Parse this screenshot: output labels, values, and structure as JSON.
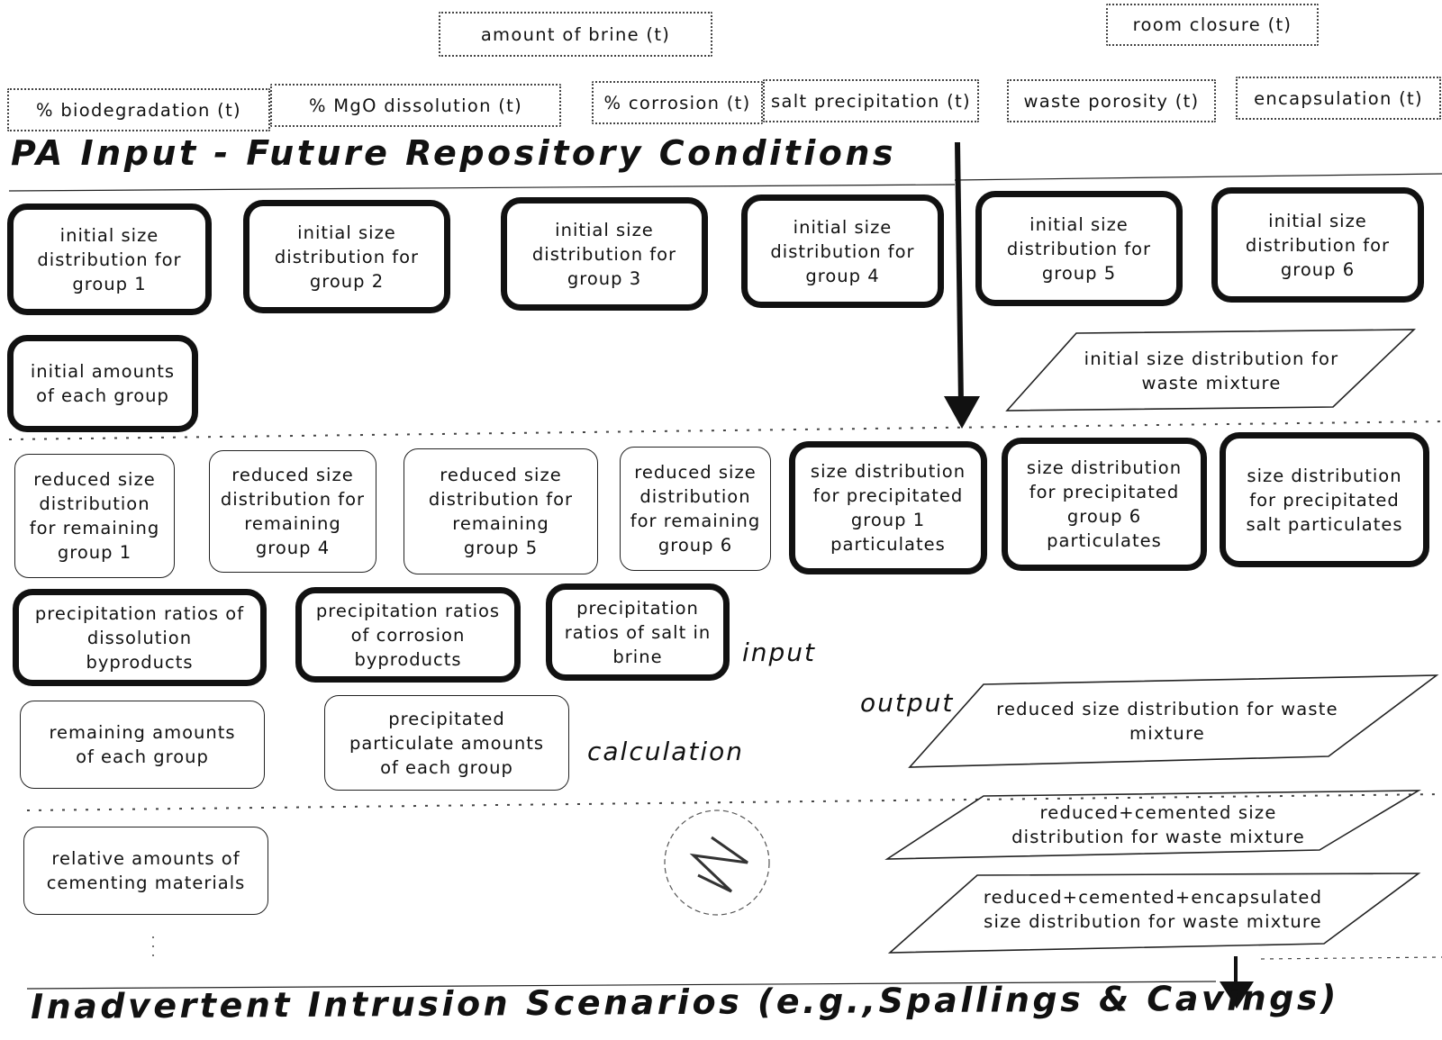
{
  "top_params": {
    "amount_of_brine": "amount of brine (t)",
    "room_closure": "room closure (t)",
    "biodegradation": "% biodegradation (t)",
    "mgo_dissolution": "% MgO dissolution (t)",
    "corrosion": "% corrosion (t)",
    "salt_precipitation": "salt precipitation (t)",
    "waste_porosity": "waste porosity (t)",
    "encapsulation": "encapsulation (t)"
  },
  "headings": {
    "pa_input": "PA Input - Future Repository Conditions",
    "intrusion": "Inadvertent Intrusion Scenarios (e.g.,Spallings & Cavings)"
  },
  "initial_groups": [
    "initial size\ndistribution for\ngroup 1",
    "initial size\ndistribution for\ngroup 2",
    "initial size\ndistribution for\ngroup 3",
    "initial size\ndistribution for\ngroup 4",
    "initial size\ndistribution for\ngroup 5",
    "initial size\ndistribution for\ngroup 6"
  ],
  "initial_amounts": "initial amounts\nof each group",
  "initial_waste_mixture": "initial size distribution for\nwaste mixture",
  "reduced_groups": [
    "reduced size\ndistribution\nfor remaining\ngroup 1",
    "reduced size\ndistribution for\nremaining\ngroup 4",
    "reduced size\ndistribution for\nremaining\ngroup 5",
    "reduced size\ndistribution\nfor remaining\ngroup 6"
  ],
  "precipitated_groups": [
    "size distribution\nfor precipitated\ngroup 1\nparticulates",
    "size distribution\nfor precipitated\ngroup 6\nparticulates",
    "size distribution\nfor precipitated\nsalt particulates"
  ],
  "precipitation_ratios": [
    "precipitation ratios of\ndissolution\nbyproducts",
    "precipitation ratios\nof corrosion\nbyproducts",
    "precipitation\nratios of salt in\nbrine"
  ],
  "remaining_amounts": "remaining amounts\nof each  group",
  "precipitated_amounts": "precipitated\nparticulate amounts\nof each  group",
  "cementing": "relative amounts  of\ncementing materials",
  "legend": {
    "input": "input",
    "output": "output",
    "calculation": "calculation"
  },
  "outputs": {
    "reduced_waste_mixture": "reduced size distribution for waste\nmixture",
    "reduced_cemented": "reduced+cemented size\ndistribution for waste mixture",
    "reduced_cemented_encapsulated": "reduced+cemented+encapsulated\nsize distribution for waste mixture"
  }
}
